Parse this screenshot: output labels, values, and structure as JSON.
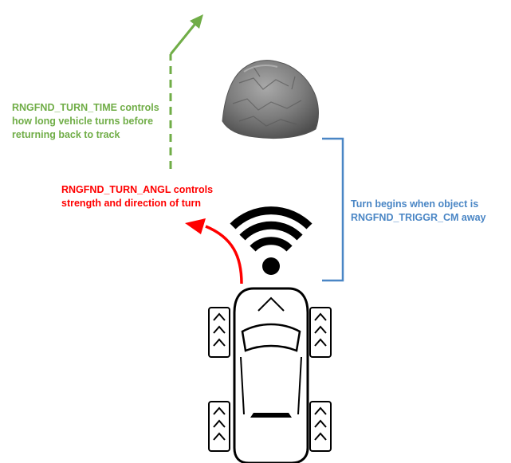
{
  "annotations": {
    "turn_time": {
      "lines": [
        "RNGFND_TURN_TIME controls",
        "how long vehicle turns before",
        "returning back to track"
      ]
    },
    "turn_angle": {
      "lines": [
        "RNGFND_TURN_ANGL controls",
        "strength and direction of turn"
      ]
    },
    "trigger": {
      "lines": [
        "Turn begins when object is",
        "RNGFND_TRIGGR_CM away"
      ]
    }
  },
  "colors": {
    "turn_time": "#70ad47",
    "turn_angle": "#ff0000",
    "trigger": "#4a86c5",
    "vehicle": "#000000",
    "rock": "#7a7a7a"
  },
  "icons": [
    "rock-icon",
    "wifi-signal-icon",
    "car-icon"
  ]
}
